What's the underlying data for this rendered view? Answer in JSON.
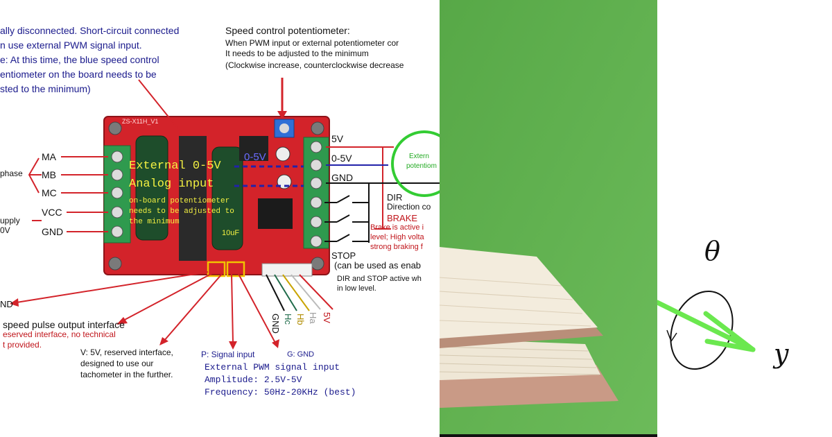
{
  "top_left": {
    "line1": "ally disconnected. Short-circuit connected",
    "line2": "n use external PWM signal input.",
    "line3": "e: At this time, the blue speed control",
    "line4": "entiometer on the board needs to be",
    "line5": "sted to the minimum)"
  },
  "speed_pot": {
    "title": "Speed control potentiometer:",
    "line1": "When  PWM input or external potentiometer cor",
    "line2": "It needs to be adjusted to the minimum",
    "line3": "(Clockwise increase, counterclockwise decrease"
  },
  "left_pins": {
    "ma": "MA",
    "mb": "MB",
    "mc": "MC",
    "vcc": "VCC",
    "gnd": "GND",
    "phase": "phase",
    "supply": "upply",
    "supply_v": "0V"
  },
  "right_pins": {
    "v5": "5V",
    "v05": "0-5V",
    "gnd": "GND",
    "dir": "DIR",
    "dir_desc": "Direction co",
    "brake": "BRAKE",
    "brake_desc1": "Brake is active i",
    "brake_desc2": "level; High volta",
    "brake_desc3": "strong braking f",
    "stop": "STOP",
    "stop_desc1": "(can be used as enab",
    "stop_desc2": "DIR and STOP active wh",
    "stop_desc3": "in low level."
  },
  "external_pot": {
    "line1": "Extern",
    "line2": "potentiom"
  },
  "board": {
    "silk": "ZS-X11H_V1",
    "overlay1": "External 0-5V",
    "overlay2": "Analog input",
    "overlay3": "on-board potentiometer",
    "overlay4": "needs to be adjusted to",
    "overlay5": "the minimum",
    "chip_label": "0-5V",
    "cap": "10uF"
  },
  "bottom": {
    "nd": "ND",
    "pulse": "speed pulse output interface",
    "reserved1": "eserved interface, no technical",
    "reserved2": "t provided.",
    "v5_1": "V: 5V, reserved interface,",
    "v5_2": "designed to use our",
    "v5_3": "tachometer  in the further.",
    "p_signal": "P: Signal input",
    "g_gnd": "G: GND",
    "pwm1": "External PWM signal input",
    "pwm2": "Amplitude: 2.5V-5V",
    "pwm3": "Frequency: 50Hz-20KHz (best)"
  },
  "hall": [
    "GND",
    "Hc",
    "Hb",
    "Ha",
    "5V"
  ],
  "math": {
    "theta": "θ",
    "y": "y"
  },
  "colors": {
    "green_bg": "#5fb04f",
    "board_red": "#d3232a",
    "terminal": "#2f9a4e",
    "arrow_green": "#6be84f",
    "navy": "#1a1a8c",
    "note_red": "#c0151b"
  }
}
